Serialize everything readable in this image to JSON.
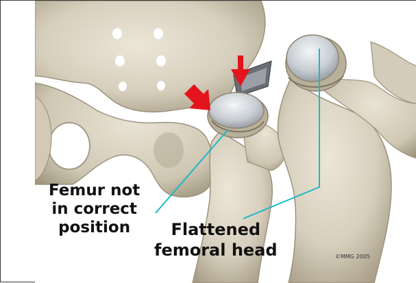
{
  "labels": {
    "femur_not_correct": [
      "Femur not",
      "in correct",
      "position"
    ],
    "flattened_head": [
      "Flattened",
      "femoral head"
    ]
  },
  "copyright": "©MMG 2005",
  "colors": {
    "background": "#ffffff",
    "bone": "#d9d2c2",
    "bone_shadow": "#a69c87",
    "cartilage": "#c9ced3",
    "arrow": "#e3141b",
    "pointer_line": "#19b9c9",
    "text": "#111111"
  }
}
